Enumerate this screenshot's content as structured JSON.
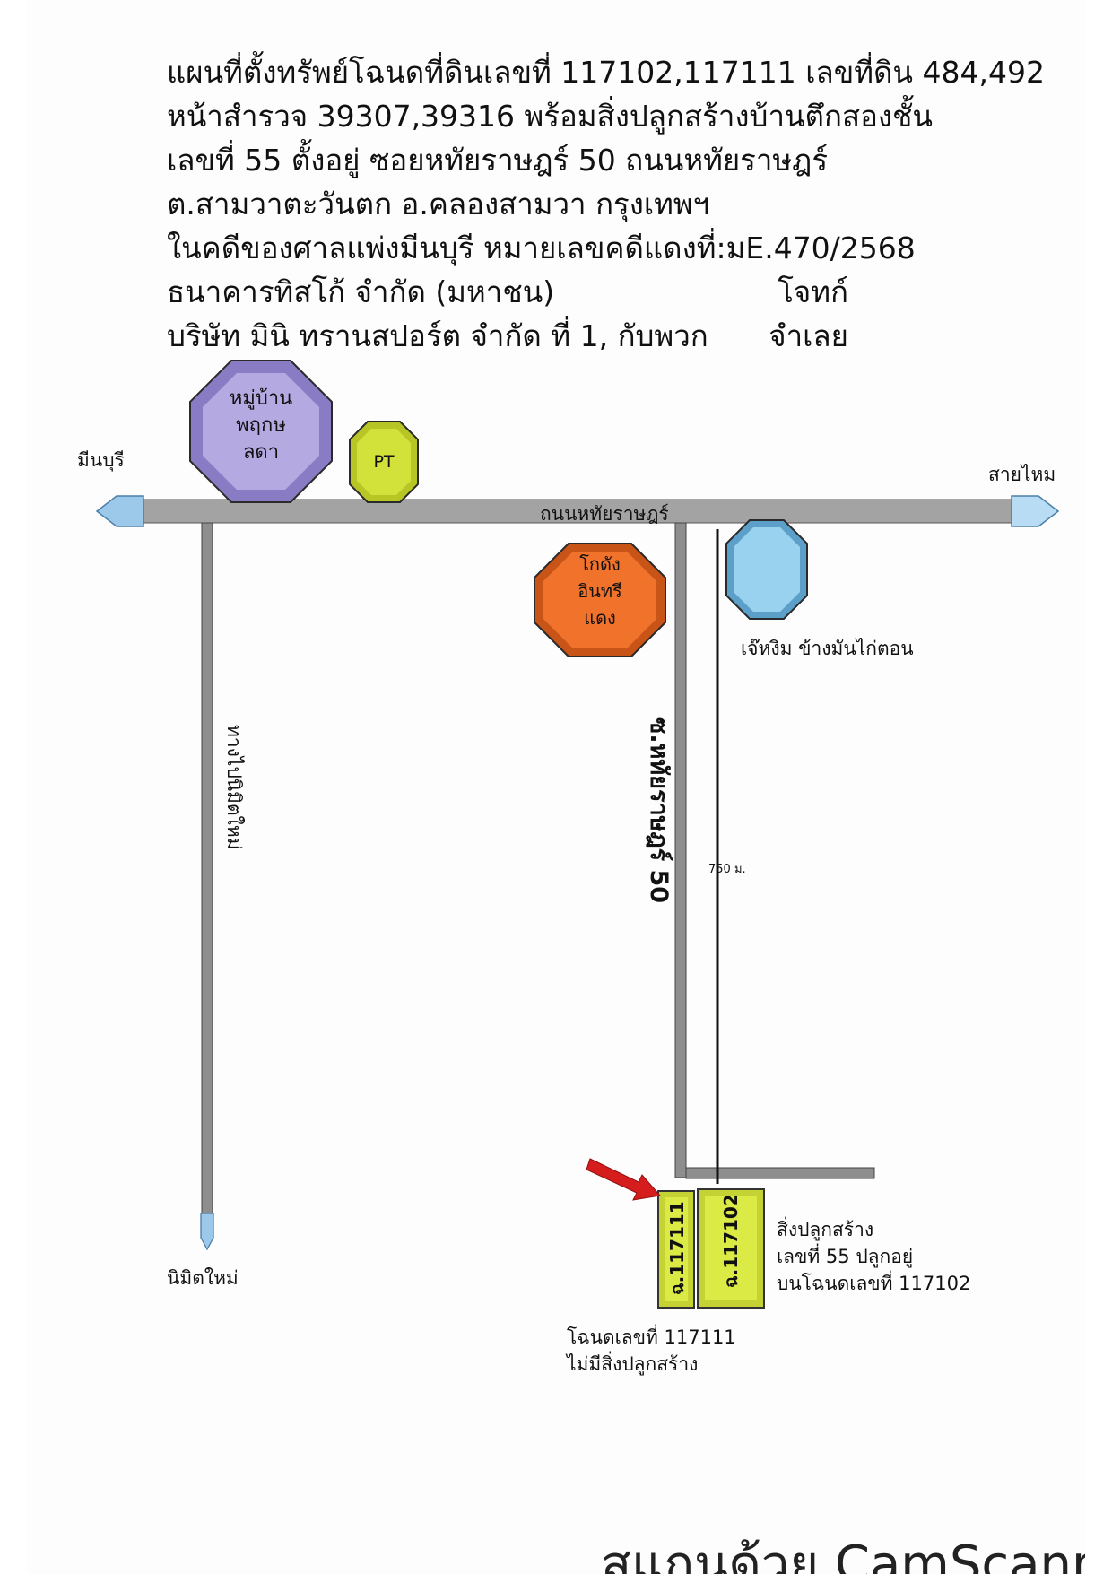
{
  "header": {
    "line1": "แผนที่ตั้งทรัพย์โฉนดที่ดินเลขที่ 117102,117111  เลขที่ดิน 484,492",
    "line2": "หน้าสำรวจ 39307,39316 พร้อมสิ่งปลูกสร้างบ้านตึกสองชั้น",
    "line3": "เลขที่ 55 ตั้งอยู่ ซอยหทัยราษฎร์ 50 ถนนหทัยราษฎร์",
    "line4": "ต.สามวาตะวันตก อ.คลองสามวา กรุงเทพฯ",
    "line5": "ในคดีของศาลแพ่งมีนบุรี  หมายเลขคดีแดงที่:มE.470/2568",
    "plaintiff_name": "ธนาคารทิสโก้ จำกัด (มหาชน)",
    "plaintiff_role": "โจทก์",
    "defendant_name": "บริษัท มินิ ทรานสปอร์ต จำกัด ที่ 1, กับพวก",
    "defendant_role": "จำเลย"
  },
  "map": {
    "main_road": "ถนนหทัยราษฎร์",
    "west_direction": "มีนบุรี",
    "east_direction": "สายไหม",
    "left_road": "ทางไปนิมิตใหม่",
    "left_destination": "นิมิตใหม่",
    "soi_road": "ซ.หทัยราษฎร์ 50",
    "distance": "750 ม.",
    "landmarks": {
      "village": [
        "หมู่บ้าน",
        "พฤกษ",
        "ลดา"
      ],
      "pt_station": "PT",
      "warehouse": [
        "โกดัง",
        "อินทรี",
        "แดง"
      ],
      "shop_label": "เจ๊หงิม ข้างมันไก่ตอน"
    },
    "plots": {
      "plot_a": "ฉ.117111",
      "plot_b": "ฉ.117102"
    },
    "notes": {
      "building_note": [
        "สิ่งปลูกสร้าง",
        "เลขที่ 55 ปลูกอยู่",
        "บนโฉนดเลขที่ 117102"
      ],
      "empty_plot_note": [
        "โฉนดเลขที่ 117111",
        "ไม่มีสิ่งปลูกสร้าง"
      ]
    }
  },
  "watermark": "สแกนด้วย CamScanner",
  "colors": {
    "road": "#a3a3a3",
    "arrow_blue": "#9cc8ea",
    "village_purple": "#a79ad6",
    "pt_green": "#d3e23a",
    "warehouse_orange": "#f0722b",
    "shop_blue": "#98d2ef",
    "plot_yellow": "#dcea46",
    "pointer_red": "#d61d1d"
  }
}
